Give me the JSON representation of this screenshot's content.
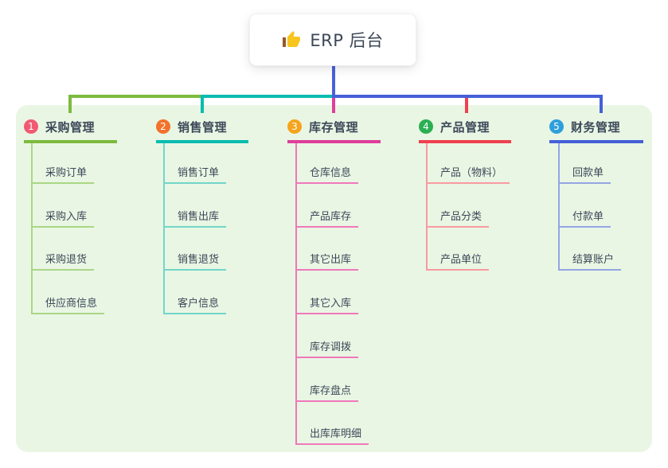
{
  "canvas": {
    "panel_background": "#e9f6e4",
    "text_color": "#3c4858",
    "stem_color": "#4a62d8"
  },
  "root": {
    "label": "ERP 后台",
    "icon": "thumbs-up-icon",
    "icon_color": "#f7c51e",
    "icon_cuff_color": "#96582c"
  },
  "branches": [
    {
      "badge": "1",
      "badge_color": "#f25a72",
      "label": "采购管理",
      "color": "#7cbb3f",
      "light_color": "#a9d784",
      "children": [
        "采购订单",
        "采购入库",
        "采购退货",
        "供应商信息"
      ]
    },
    {
      "badge": "2",
      "badge_color": "#f2722b",
      "label": "销售管理",
      "color": "#0abcb0",
      "light_color": "#72d6c9",
      "children": [
        "销售订单",
        "销售出库",
        "销售退货",
        "客户信息"
      ]
    },
    {
      "badge": "3",
      "badge_color": "#f5a41c",
      "label": "库存管理",
      "color": "#de3e9a",
      "light_color": "#f078ba",
      "children": [
        "仓库信息",
        "产品库存",
        "其它出库",
        "其它入库",
        "库存调拨",
        "库存盘点",
        "出库库明细"
      ]
    },
    {
      "badge": "4",
      "badge_color": "#2baf53",
      "label": "产品管理",
      "color": "#ef4150",
      "light_color": "#f89aa0",
      "children": [
        "产品（物料）",
        "产品分类",
        "产品单位"
      ]
    },
    {
      "badge": "5",
      "badge_color": "#2e9fdb",
      "label": "财务管理",
      "color": "#4560d8",
      "light_color": "#93a5e2",
      "children": [
        "回款单",
        "付款单",
        "结算账户"
      ]
    }
  ]
}
